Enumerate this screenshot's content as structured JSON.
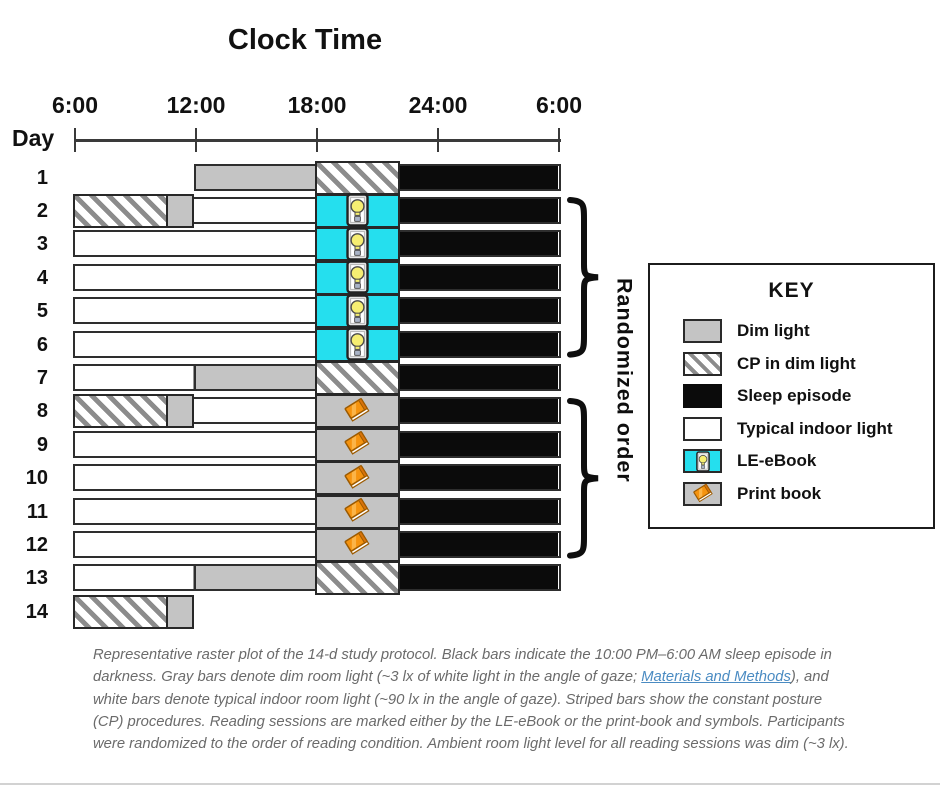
{
  "chart_data": {
    "type": "raster",
    "title": "Clock Time",
    "x_axis": {
      "label": "Day",
      "tick_labels": [
        "6:00",
        "12:00",
        "18:00",
        "24:00",
        "6:00"
      ],
      "tick_hours": [
        0,
        6,
        12,
        18,
        24
      ],
      "start_clock": "6:00",
      "hours_span": 24
    },
    "segment_types": {
      "dim": "Dim light",
      "dimr": "Dim light",
      "cp": "CP in dim light",
      "sleep": "Sleep episode",
      "white": "Typical indoor light",
      "ebook": "LE-eBook reading session",
      "pread": "Print book reading session"
    },
    "days": [
      {
        "day": "1",
        "bar": [
          6,
          24
        ],
        "segments": [
          {
            "t": "dim",
            "a": 6,
            "b": 12
          },
          {
            "t": "cp",
            "a": 12,
            "b": 16
          },
          {
            "t": "sleep",
            "a": 16,
            "b": 24
          }
        ]
      },
      {
        "day": "2",
        "bar": [
          0,
          24
        ],
        "segments": [
          {
            "t": "cp",
            "a": 0,
            "b": 4.6
          },
          {
            "t": "dimr",
            "a": 4.6,
            "b": 5.8
          },
          {
            "t": "white",
            "a": 5.8,
            "b": 12
          },
          {
            "t": "ebook",
            "a": 12,
            "b": 16
          },
          {
            "t": "sleep",
            "a": 16,
            "b": 24
          }
        ],
        "icon": {
          "type": "ebook",
          "at": 14
        }
      },
      {
        "day": "3",
        "bar": [
          0,
          24
        ],
        "segments": [
          {
            "t": "white",
            "a": 0,
            "b": 12
          },
          {
            "t": "ebook",
            "a": 12,
            "b": 16
          },
          {
            "t": "sleep",
            "a": 16,
            "b": 24
          }
        ],
        "icon": {
          "type": "ebook",
          "at": 14
        }
      },
      {
        "day": "4",
        "bar": [
          0,
          24
        ],
        "segments": [
          {
            "t": "white",
            "a": 0,
            "b": 12
          },
          {
            "t": "ebook",
            "a": 12,
            "b": 16
          },
          {
            "t": "sleep",
            "a": 16,
            "b": 24
          }
        ],
        "icon": {
          "type": "ebook",
          "at": 14
        }
      },
      {
        "day": "5",
        "bar": [
          0,
          24
        ],
        "segments": [
          {
            "t": "white",
            "a": 0,
            "b": 12
          },
          {
            "t": "ebook",
            "a": 12,
            "b": 16
          },
          {
            "t": "sleep",
            "a": 16,
            "b": 24
          }
        ],
        "icon": {
          "type": "ebook",
          "at": 14
        }
      },
      {
        "day": "6",
        "bar": [
          0,
          24
        ],
        "segments": [
          {
            "t": "white",
            "a": 0,
            "b": 12
          },
          {
            "t": "ebook",
            "a": 12,
            "b": 16
          },
          {
            "t": "sleep",
            "a": 16,
            "b": 24
          }
        ],
        "icon": {
          "type": "ebook",
          "at": 14
        }
      },
      {
        "day": "7",
        "bar": [
          0,
          24
        ],
        "segments": [
          {
            "t": "white",
            "a": 0,
            "b": 6
          },
          {
            "t": "dim",
            "a": 6,
            "b": 12
          },
          {
            "t": "cp",
            "a": 12,
            "b": 16
          },
          {
            "t": "sleep",
            "a": 16,
            "b": 24
          }
        ]
      },
      {
        "day": "8",
        "bar": [
          0,
          24
        ],
        "segments": [
          {
            "t": "cp",
            "a": 0,
            "b": 4.6
          },
          {
            "t": "dimr",
            "a": 4.6,
            "b": 5.8
          },
          {
            "t": "white",
            "a": 5.8,
            "b": 12
          },
          {
            "t": "pread",
            "a": 12,
            "b": 16
          },
          {
            "t": "sleep",
            "a": 16,
            "b": 24
          }
        ],
        "icon": {
          "type": "pbook",
          "at": 14
        }
      },
      {
        "day": "9",
        "bar": [
          0,
          24
        ],
        "segments": [
          {
            "t": "white",
            "a": 0,
            "b": 12
          },
          {
            "t": "pread",
            "a": 12,
            "b": 16
          },
          {
            "t": "sleep",
            "a": 16,
            "b": 24
          }
        ],
        "icon": {
          "type": "pbook",
          "at": 14
        }
      },
      {
        "day": "10",
        "bar": [
          0,
          24
        ],
        "segments": [
          {
            "t": "white",
            "a": 0,
            "b": 12
          },
          {
            "t": "pread",
            "a": 12,
            "b": 16
          },
          {
            "t": "sleep",
            "a": 16,
            "b": 24
          }
        ],
        "icon": {
          "type": "pbook",
          "at": 14
        }
      },
      {
        "day": "11",
        "bar": [
          0,
          24
        ],
        "segments": [
          {
            "t": "white",
            "a": 0,
            "b": 12
          },
          {
            "t": "pread",
            "a": 12,
            "b": 16
          },
          {
            "t": "sleep",
            "a": 16,
            "b": 24
          }
        ],
        "icon": {
          "type": "pbook",
          "at": 14
        }
      },
      {
        "day": "12",
        "bar": [
          0,
          24
        ],
        "segments": [
          {
            "t": "white",
            "a": 0,
            "b": 12
          },
          {
            "t": "pread",
            "a": 12,
            "b": 16
          },
          {
            "t": "sleep",
            "a": 16,
            "b": 24
          }
        ],
        "icon": {
          "type": "pbook",
          "at": 14
        }
      },
      {
        "day": "13",
        "bar": [
          0,
          24
        ],
        "segments": [
          {
            "t": "white",
            "a": 0,
            "b": 6
          },
          {
            "t": "dim",
            "a": 6,
            "b": 12
          },
          {
            "t": "cp",
            "a": 12,
            "b": 16
          },
          {
            "t": "sleep",
            "a": 16,
            "b": 24
          }
        ]
      },
      {
        "day": "14",
        "bar": [
          0,
          5.8
        ],
        "segments": [
          {
            "t": "cp",
            "a": 0,
            "b": 4.6
          },
          {
            "t": "dimr",
            "a": 4.6,
            "b": 5.8
          }
        ]
      }
    ],
    "group_label": "Randomized order",
    "brace_groups": [
      {
        "from_day": 2,
        "to_day": 6
      },
      {
        "from_day": 8,
        "to_day": 12
      }
    ],
    "colors": {
      "dim_gray": "#c4c4c4",
      "sleep_black": "#0b0b0b",
      "ebook_cyan": "#25dfee",
      "bar_border": "#2e2e2e",
      "stripe_gray": "#8c8c8c",
      "book_orange": "#f5930f"
    }
  },
  "key": {
    "title": "KEY",
    "entries": [
      {
        "swatch": "dim",
        "label": "Dim light"
      },
      {
        "swatch": "cp",
        "label": "CP in dim light"
      },
      {
        "swatch": "sleep",
        "label": "Sleep episode"
      },
      {
        "swatch": "white",
        "label": "Typical indoor light"
      },
      {
        "swatch": "ebook",
        "label": "LE-eBook"
      },
      {
        "swatch": "pbook",
        "label": "Print book"
      }
    ]
  },
  "caption": {
    "before_link": "Representative raster plot of the 14-d study protocol. Black bars indicate the 10:00 PM–6:00 AM sleep episode in darkness. Gray bars denote dim room light (~3 lx of white light in the angle of gaze; ",
    "link": "Materials and Methods",
    "after_link": "), and white bars denote typical indoor room light (~90 lx in the angle of gaze). Striped bars show the constant posture (CP) procedures. Reading sessions are marked either by the LE-eBook or the print-book and symbols. Participants were randomized to the order of reading condition. Ambient room light level for all reading sessions was dim (~3 lx)."
  }
}
